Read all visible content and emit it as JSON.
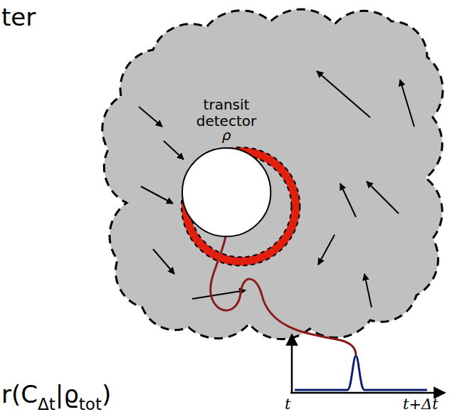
{
  "diagram": {
    "nodes": [
      {
        "text": [
          "transit detector"
        ]
      },
      {
        "text": [
          "ρ"
        ],
        "in": 0
      }
    ],
    "labels": [
      "ter",
      "t",
      "t+Δt",
      "r(C",
      "Δt",
      "|ϱ",
      "tot",
      ")"
    ]
  }
}
